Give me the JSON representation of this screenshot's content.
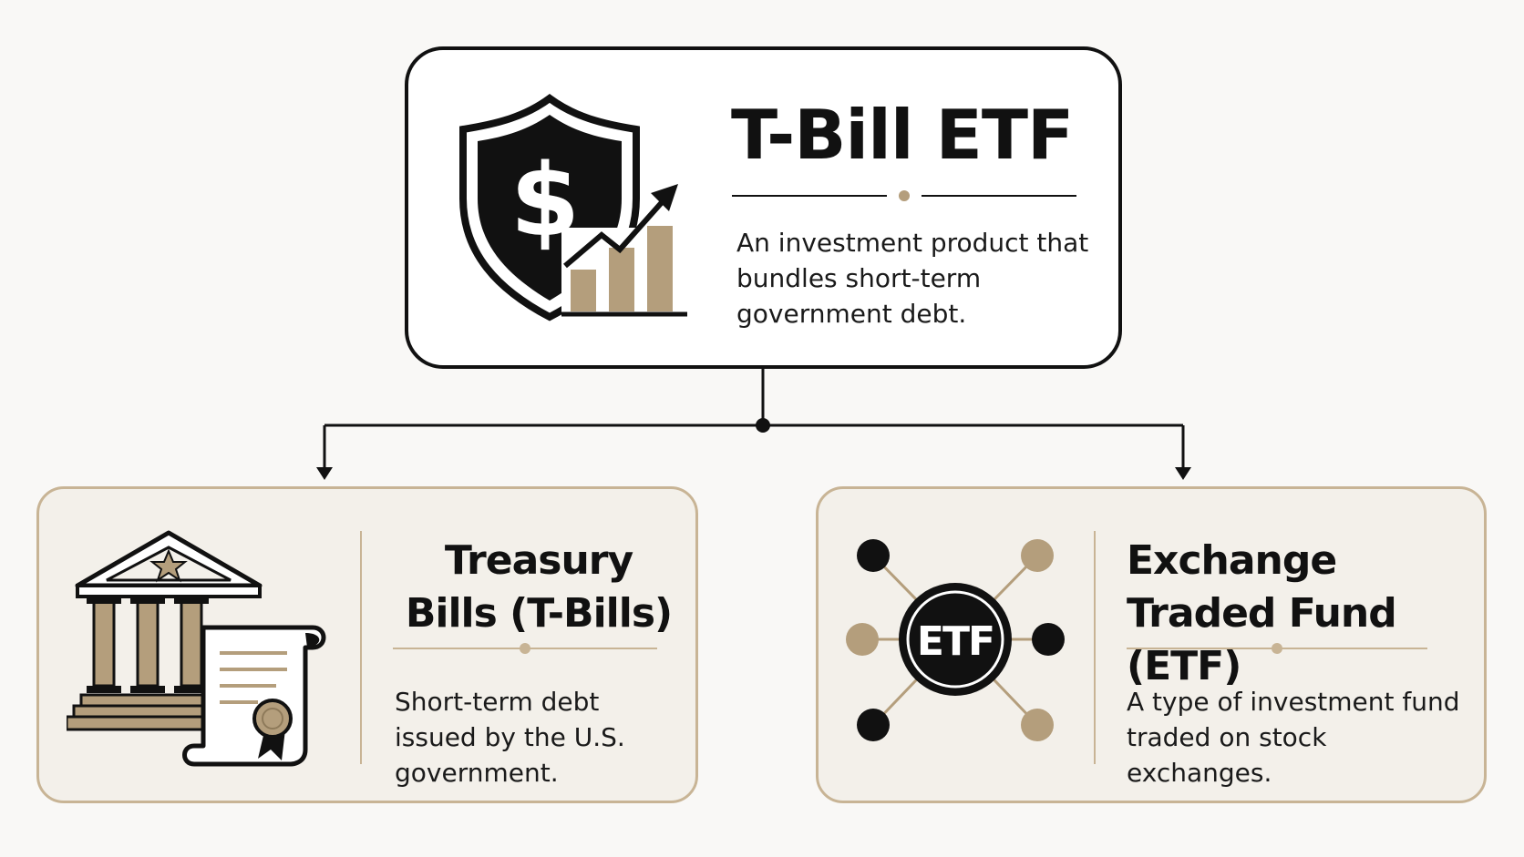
{
  "colors": {
    "ink": "#111111",
    "gold": "#c8b495",
    "tan": "#b49e7c",
    "card_fill": "#f3f0ea",
    "background": "#f9f8f6"
  },
  "top_card": {
    "icon": "shield-dollar-growth-chart-icon",
    "title": "T-Bill ETF",
    "description": "An investment product that bundles short-term government debt."
  },
  "left_card": {
    "icon": "government-building-certificate-icon",
    "title": "Treasury Bills (T-Bills)",
    "description": "Short-term debt issued by the U.S. government."
  },
  "right_card": {
    "icon": "etf-network-icon",
    "icon_label": "ETF",
    "title": "Exchange Traded Fund (ETF)",
    "description": "A type of investment fund traded on stock exchanges."
  }
}
